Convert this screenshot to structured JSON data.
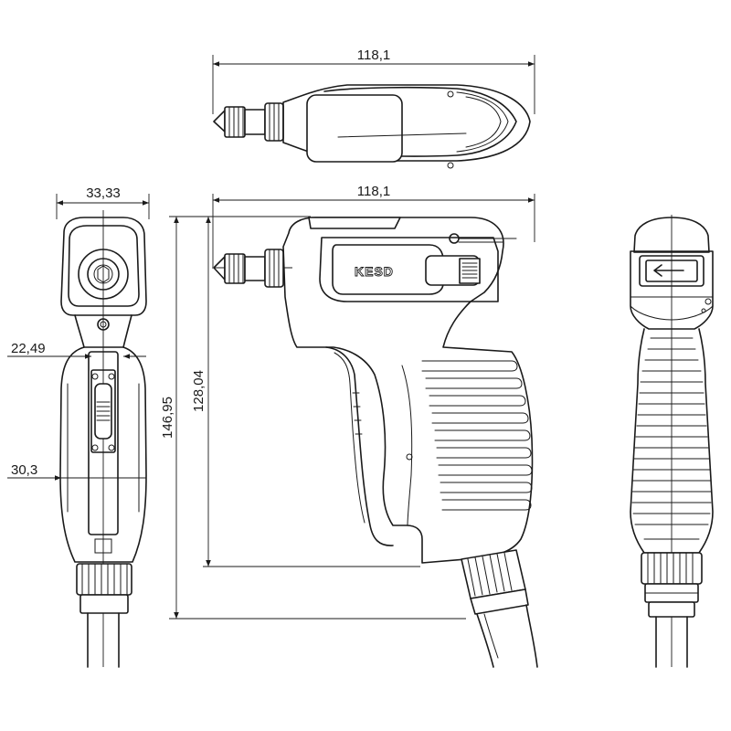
{
  "dimensions": {
    "top_length": "118,1",
    "side_length": "118,1",
    "front_width": "33,33",
    "dim_22": "22,49",
    "dim_30": "30,3",
    "overall_height": "146,95",
    "body_height": "128,04"
  },
  "brand": {
    "logo_text": "KESD"
  },
  "icons": {
    "arrow": "left-arrow-icon",
    "screw": "hex-screw-icon"
  }
}
